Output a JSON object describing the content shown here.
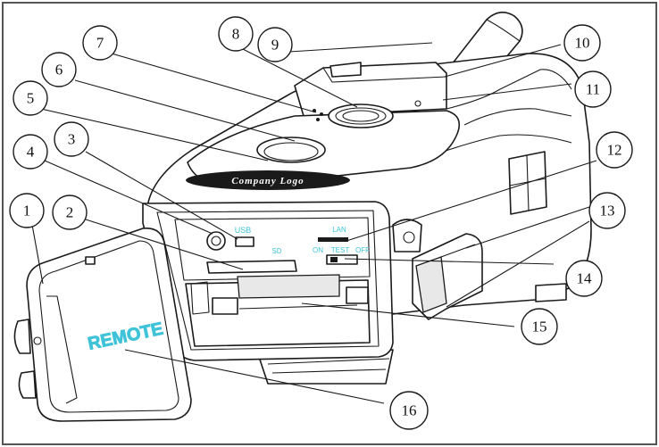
{
  "labels": {
    "usb": "USB",
    "sd": "SD",
    "lan": "LAN",
    "on": "ON",
    "test": "TEST",
    "off": "OFF",
    "remote": "REMOTE",
    "company_logo": "Company Logo"
  },
  "callouts": [
    "1",
    "2",
    "3",
    "4",
    "5",
    "6",
    "7",
    "8",
    "9",
    "10",
    "11",
    "12",
    "13",
    "14",
    "15",
    "16"
  ],
  "colors": {
    "ink": "#1a1a1a",
    "cyan_label": "#3fc3d8",
    "frame": "#555555"
  }
}
